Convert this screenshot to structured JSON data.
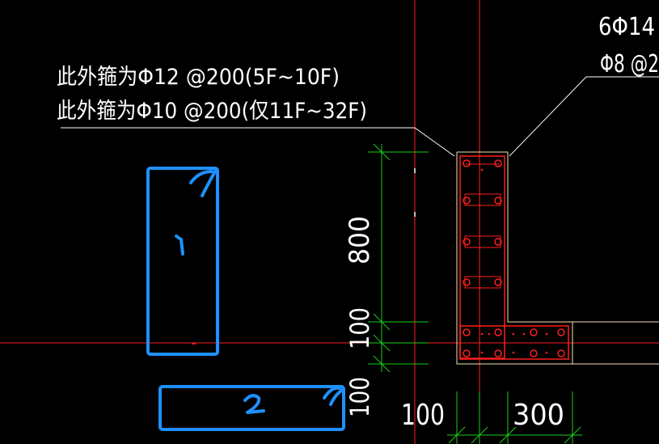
{
  "notes": {
    "line1": "此外箍为Φ12 @200(5F~10F)",
    "line2": "此外箍为Φ10 @200(仅11F~32F)"
  },
  "rebar_callout": {
    "line1": "6Φ14",
    "line2": "Φ8 @2"
  },
  "dimensions": {
    "vertical_800": "800",
    "vertical_100a": "100",
    "vertical_100b": "100",
    "horizontal_100": "100",
    "horizontal_300": "300"
  },
  "markers": {
    "box1_label": "1",
    "box2_label": "2"
  },
  "colors": {
    "background": "#000000",
    "axis_line": "#ff1e1e",
    "dimension_line": "#19d119",
    "outline": "#f2e2b4",
    "leader": "#ffffff",
    "annotation": "#1e90ff"
  }
}
